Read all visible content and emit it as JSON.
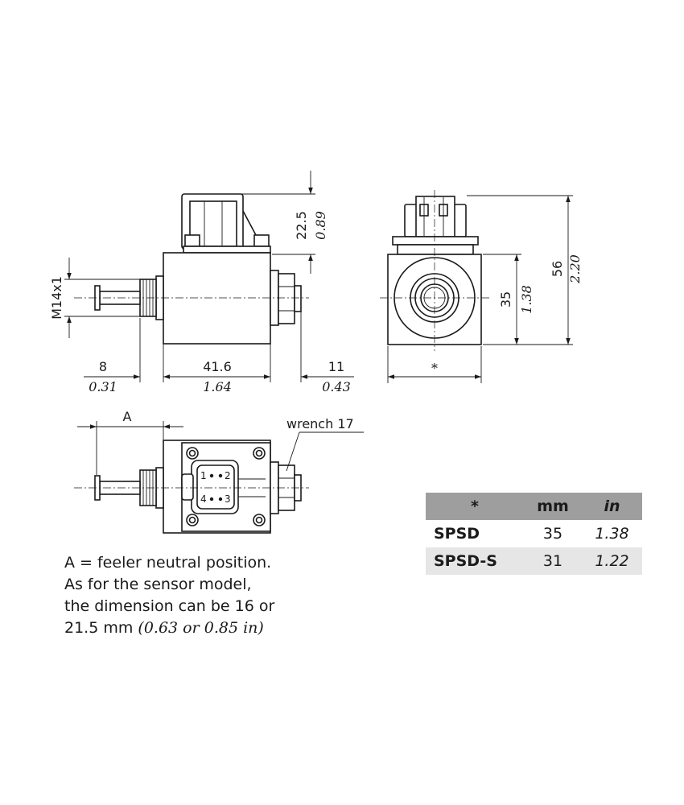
{
  "views": {
    "side": {
      "thread_label": "M14x1",
      "height_mm": "22.5",
      "height_in": "0.89",
      "left_mm": "8",
      "left_in": "0.31",
      "body_mm": "41.6",
      "body_in": "1.64",
      "right_mm": "11",
      "right_in": "0.43"
    },
    "front": {
      "inner_mm": "35",
      "inner_in": "1.38",
      "total_mm": "56",
      "total_in": "2.20",
      "width_mark": "*"
    },
    "top": {
      "feeler_label": "A",
      "wrench_label": "wrench 17",
      "pins": [
        "1",
        "2",
        "3",
        "4"
      ]
    }
  },
  "note": {
    "line1": "A = feeler neutral position.",
    "line2": "As for the sensor model,",
    "line3": "the dimension can be 16 or",
    "line4_value": "21.5 mm",
    "line4_italic": "(0.63 or 0.85 in)"
  },
  "dim_table": {
    "headers": [
      "*",
      "mm",
      "in"
    ],
    "rows": [
      {
        "model": "SPSD",
        "mm": "35",
        "in": "1.38"
      },
      {
        "model": "SPSD-S",
        "mm": "31",
        "in": "1.22"
      }
    ]
  }
}
